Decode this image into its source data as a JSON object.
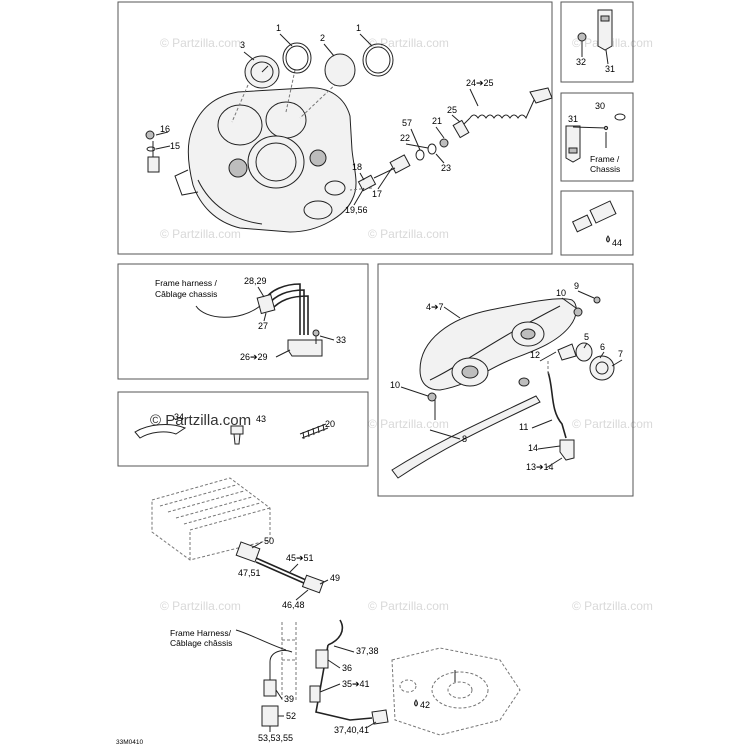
{
  "watermark": {
    "text": "© Partzilla.com",
    "prominent_text": "© Partzilla.com"
  },
  "diagram_code": "33M0410",
  "notes": {
    "frame_harness_1_line1": "Frame harness /",
    "frame_harness_1_line2": "Câblage chassis",
    "frame_chassis_line1": "Frame /",
    "frame_chassis_line2": "Chassis",
    "frame_harness_2_line1": "Frame Harness/",
    "frame_harness_2_line2": "Câblage châssis"
  },
  "callouts": {
    "c1a": "1",
    "c1b": "1",
    "c2": "2",
    "c3": "3",
    "c16": "16",
    "c15": "15",
    "c24_25": "24➔25",
    "c25": "25",
    "c57": "57",
    "c21": "21",
    "c22": "22",
    "c23": "23",
    "c18": "18",
    "c17": "17",
    "c19_56": "19,56",
    "c32": "32",
    "c31a": "31",
    "c30": "30",
    "c31b": "31",
    "c44": "44",
    "c28_29": "28,29",
    "c27": "27",
    "c33": "33",
    "c26_29": "26➔29",
    "c34": "34",
    "c43": "43",
    "c20": "20",
    "c9": "9",
    "c10a": "10",
    "c4_7": "4➔7",
    "c5": "5",
    "c6": "6",
    "c7": "7",
    "c12": "12",
    "c10b": "10",
    "c8": "8",
    "c11": "11",
    "c14": "14",
    "c13_14": "13➔14",
    "c50": "50",
    "c45_51": "45➔51",
    "c47_51": "47,51",
    "c49": "49",
    "c46_48": "46,48",
    "c37_38": "37,38",
    "c36": "36",
    "c35_41": "35➔41",
    "c42": "42",
    "c39": "39",
    "c52": "52",
    "c53_55": "53,53,55",
    "c37_41": "37,40,41"
  }
}
